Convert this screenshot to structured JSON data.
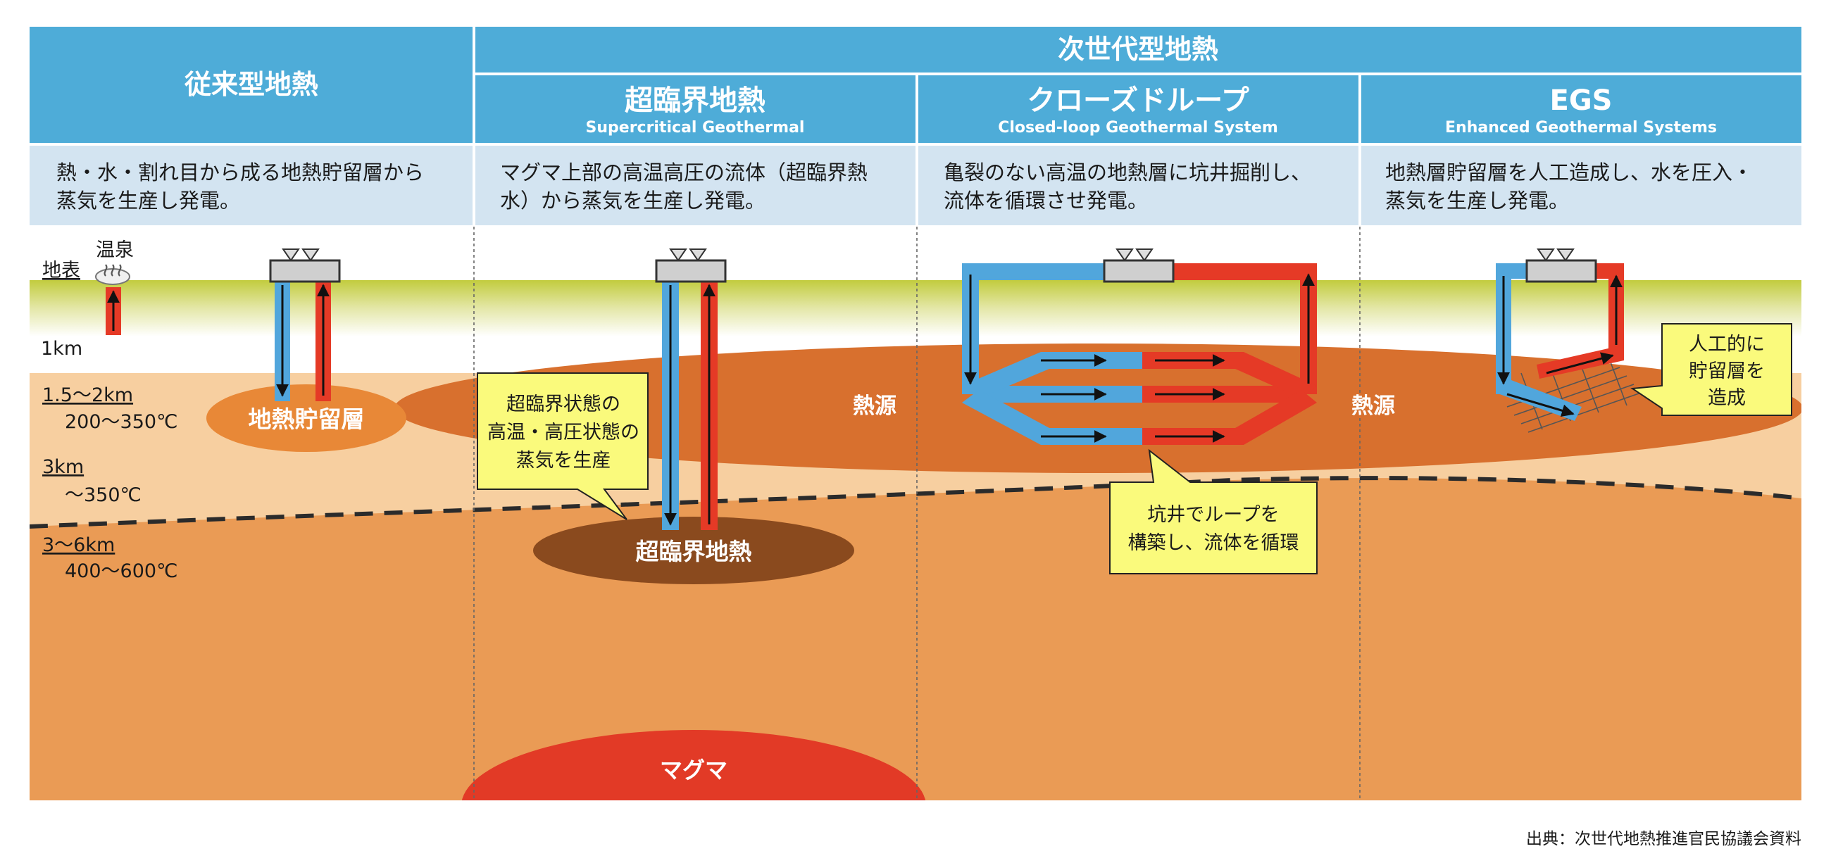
{
  "header": {
    "conventional_title": "従来型地熱",
    "next_gen_title": "次世代型地熱",
    "columns": [
      {
        "title": "超臨界地熱",
        "subtitle": "Supercritical Geothermal"
      },
      {
        "title": "クローズドループ",
        "subtitle": "Closed-loop Geothermal System"
      },
      {
        "title": "EGS",
        "subtitle": "Enhanced Geothermal Systems"
      }
    ]
  },
  "descriptions": [
    {
      "line1": "熱・水・割れ目から成る地熱貯留層から",
      "line2": "蒸気を生産し発電。"
    },
    {
      "line1": "マグマ上部の高温高圧の流体（超臨界熱",
      "line2": "水）から蒸気を生産し発電。"
    },
    {
      "line1": "亀裂のない高温の地熱層に坑井掘削し、",
      "line2": "流体を循環させ発電。"
    },
    {
      "line1": "地熱層貯留層を人工造成し、水を圧入・",
      "line2": "蒸気を生産し発電。"
    }
  ],
  "depth_labels": {
    "surface": "地表",
    "hot_spring": "温泉",
    "d1": "1km",
    "d2": "1.5～2km",
    "t2": "200～350℃",
    "d3": "3km",
    "t3": "～350℃",
    "d4": "3～6km",
    "t4": "400～600℃"
  },
  "labels": {
    "reservoir": "地熱貯留層",
    "supercritical": "超臨界地熱",
    "heat_source_1": "熱源",
    "heat_source_2": "熱源",
    "magma": "マグマ"
  },
  "callouts": {
    "supercritical": [
      "超臨界状態の",
      "高温・高圧状態の",
      "蒸気を生産"
    ],
    "closed_loop": [
      "坑井でループを",
      "構築し、流体を循環"
    ],
    "egs": [
      "人工的に",
      "貯留層を",
      "造成"
    ]
  },
  "source": "出典：次世代地熱推進官民協議会資料",
  "colors": {
    "header_blue": "#4eacd8",
    "desc_bg": "#d3e4f1",
    "surface_green": "#c6cf4a",
    "shallow_light": "#f7cfa0",
    "deep_orange": "#ea9b55",
    "heat_source": "#d8702e",
    "reservoir": "#e88837",
    "supercritical_zone": "#8a4a1e",
    "magma": "#e23a26",
    "pipe_blue": "#51a6dc",
    "pipe_red": "#e53a26",
    "callout_yellow": "#fafa7c"
  }
}
